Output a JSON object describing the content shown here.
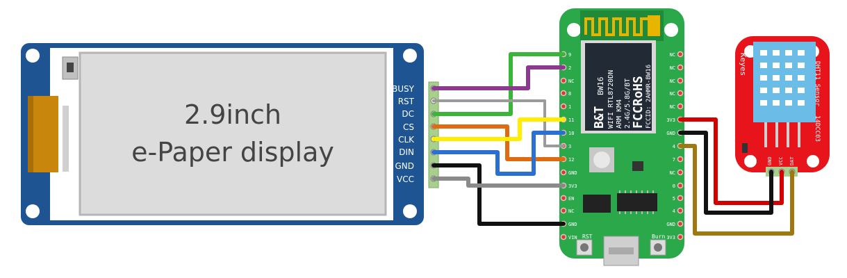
{
  "epaper": {
    "title_line1": "2.9inch",
    "title_line2": "e-Paper display",
    "pins": [
      "BUSY",
      "RST",
      "DC",
      "CS",
      "CLK",
      "DIN",
      "GND",
      "VCC"
    ]
  },
  "board": {
    "chip_brand": "B&T",
    "chip_model": "BW16",
    "chip_lines": [
      "WIFI RTL8720DN",
      "ARM KM4",
      "2.4G/5.8G/BT"
    ],
    "cert": "FCCRoHS",
    "fccid": "FCCID: 2AHMR-BW16",
    "left_pins": [
      "9",
      "2",
      "NC",
      "8",
      "1",
      "11",
      "10",
      "3",
      "12",
      "GND",
      "3V3",
      "EN",
      "NC",
      "GND",
      "VIN"
    ],
    "right_pins": [
      "NC",
      "NC",
      "NC",
      "NC",
      "NC",
      "3V3",
      "GND",
      "4",
      "7",
      "NC",
      "0",
      "5",
      "4",
      "GND",
      "3V3"
    ],
    "rst_label": "RST",
    "burn_label": "Burn"
  },
  "sensor": {
    "keyes": "Keyes",
    "name": "DHT11 Sensor",
    "code": "14DCC03",
    "pins": [
      "GND",
      "VCC",
      "DAT"
    ]
  },
  "colors": {
    "busy": "#8b3a8f",
    "rst": "#9a9a9a",
    "dc": "#3ab53a",
    "cs": "#e06a10",
    "clk": "#ffee00",
    "din": "#2a6fd1",
    "gnd": "#111111",
    "vcc": "#8a8a8a",
    "red": "#d40000",
    "brown": "#a07810"
  }
}
